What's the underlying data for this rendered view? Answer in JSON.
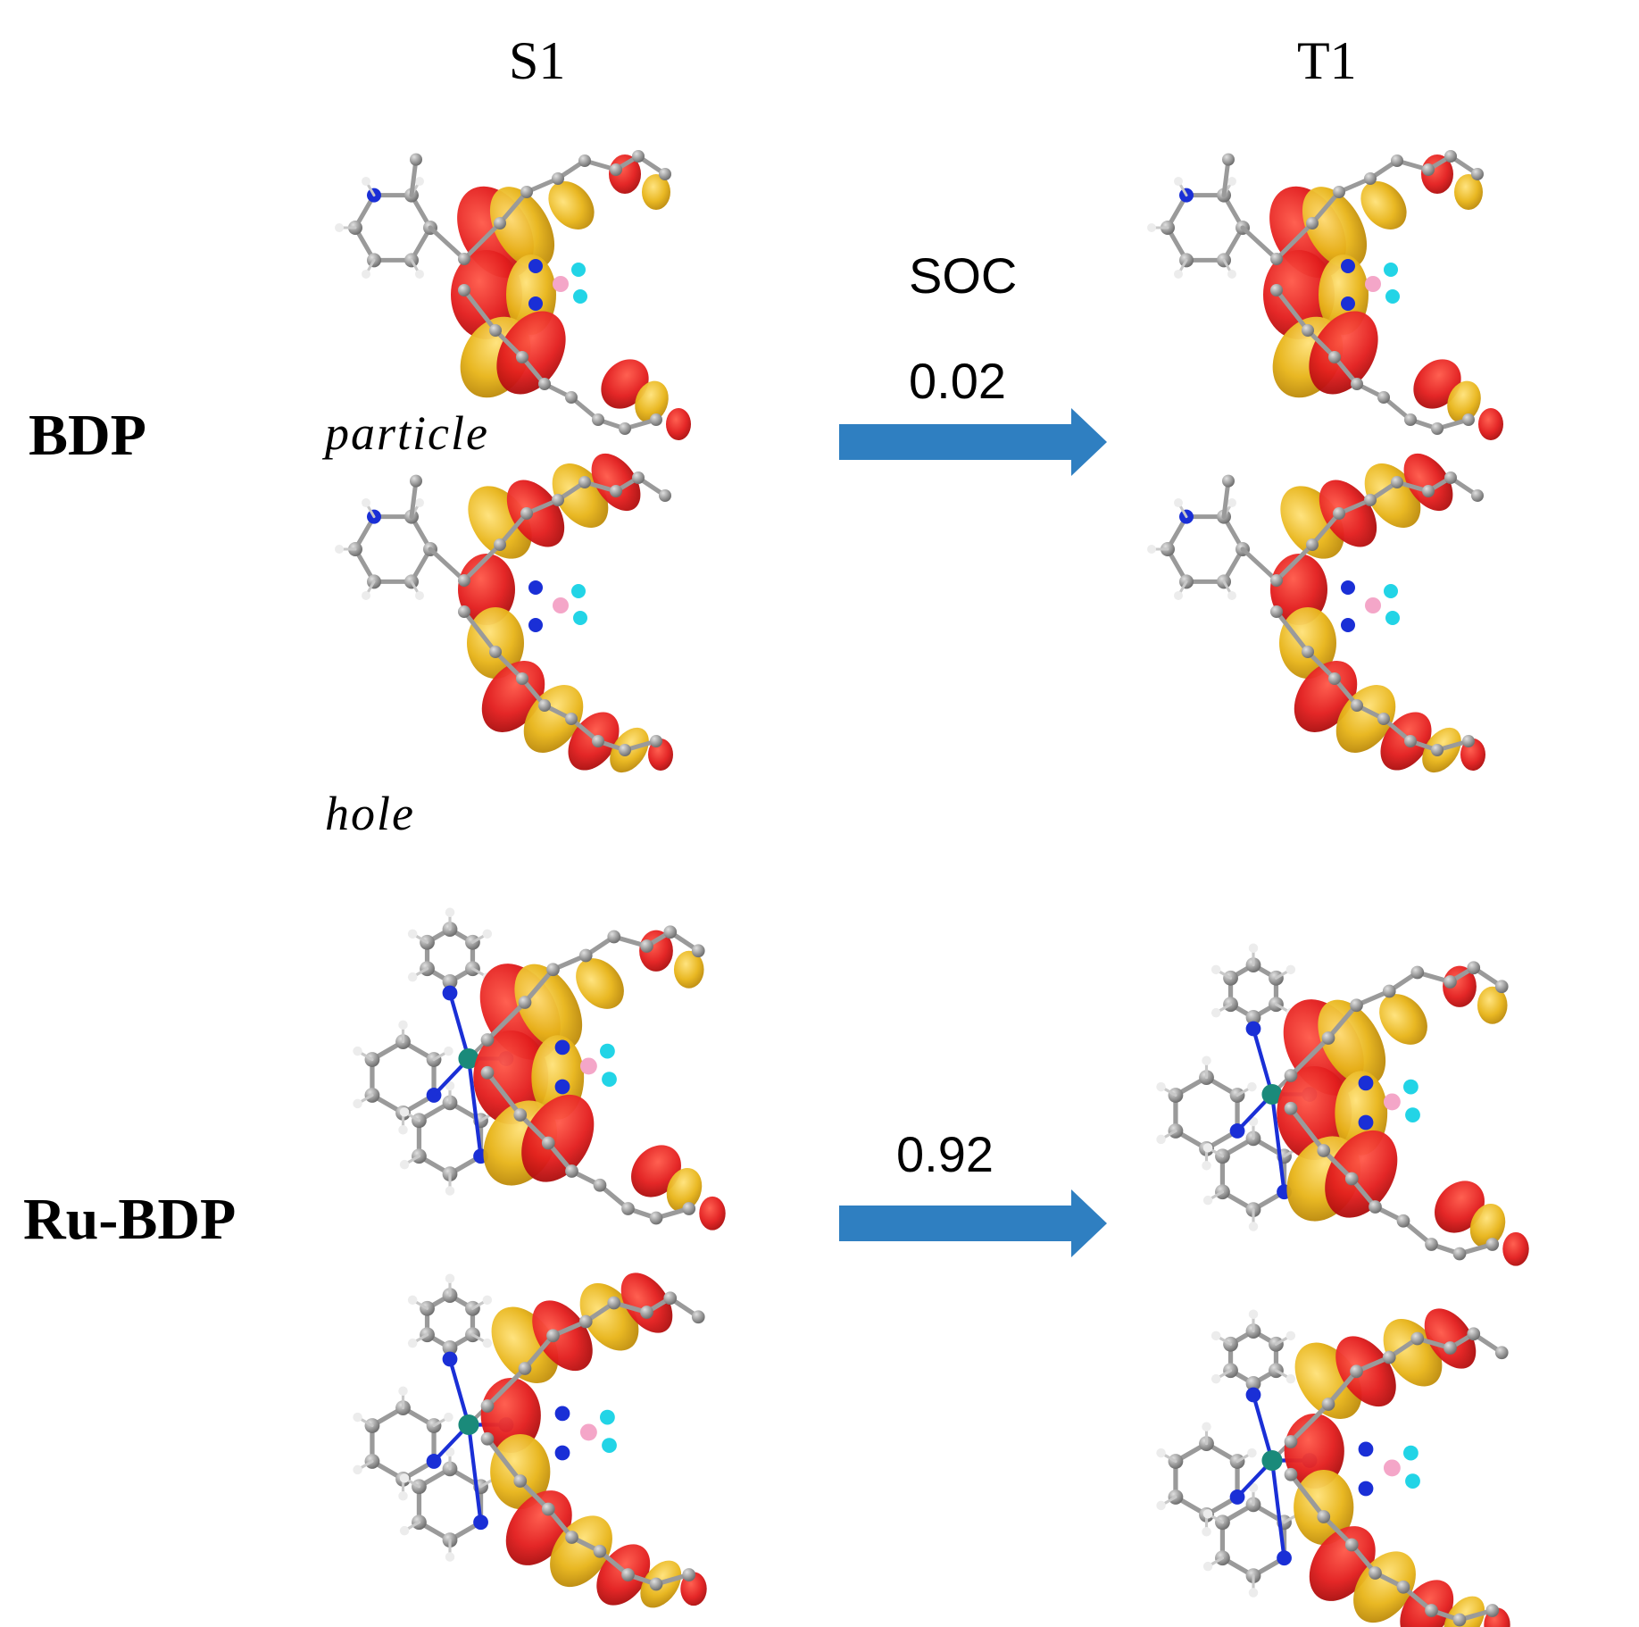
{
  "columns": {
    "s1": "S1",
    "t1": "T1"
  },
  "rows": [
    {
      "label": "BDP",
      "soc_value": "0.02"
    },
    {
      "label": "Ru-BDP",
      "soc_value": "0.92"
    }
  ],
  "sub_labels": {
    "particle": "particle",
    "hole": "hole"
  },
  "soc_title": "SOC",
  "colors": {
    "lobe_red": "#e31e1e",
    "lobe_yellow": "#e8b51a",
    "arrow": "#2f7fc1",
    "carbon": "#8c8c8c",
    "nitrogen": "#1a2fd6",
    "boron": "#f4a6c8",
    "fluorine": "#22d4e6",
    "ruthenium": "#1a8a7a"
  }
}
